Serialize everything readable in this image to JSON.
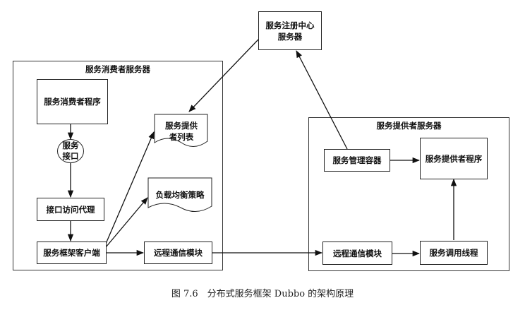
{
  "registry": {
    "line1": "服务注册中心",
    "line2": "服务器"
  },
  "consumer_server": {
    "title": "服务消费者服务器",
    "program": "服务消费者程序",
    "interface_line1": "服务",
    "interface_line2": "接口",
    "proxy": "接口访问代理",
    "client": "服务框架客户端",
    "provider_list_line1": "服务提供",
    "provider_list_line2": "者列表",
    "load_balance": "负载均衡策略",
    "remote_comm": "远程通信模块"
  },
  "provider_server": {
    "title": "服务提供者服务器",
    "manager": "服务管理容器",
    "program": "服务提供者程序",
    "remote_comm": "远程通信模块",
    "invoke_thread": "服务调用线程"
  },
  "caption": "图 7.6　分布式服务框架 Dubbo 的架构原理"
}
